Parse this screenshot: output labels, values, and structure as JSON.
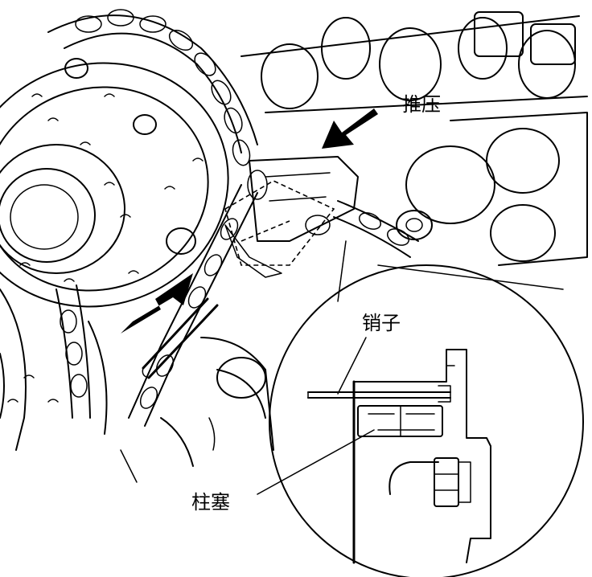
{
  "labels": {
    "push": "推压",
    "pin": "销子",
    "plunger": "柱塞"
  }
}
